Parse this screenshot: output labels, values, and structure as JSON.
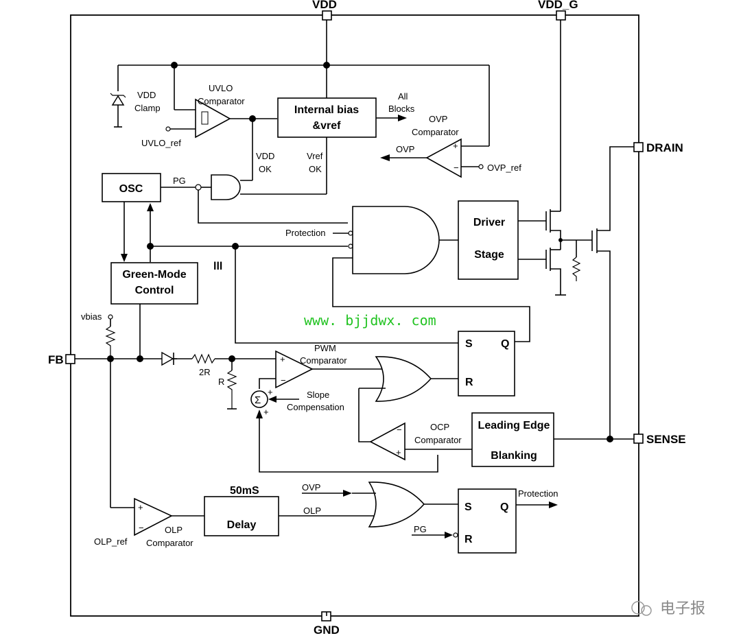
{
  "pins": {
    "vdd": "VDD",
    "vdd_g": "VDD_G",
    "drain": "DRAIN",
    "fb": "FB",
    "sense": "SENSE",
    "gnd": "GND"
  },
  "blocks": {
    "internal_bias": [
      "Internal bias",
      "&vref"
    ],
    "osc": "OSC",
    "green_mode": [
      "Green-Mode",
      "Control"
    ],
    "driver_stage": [
      "Driver",
      "Stage"
    ],
    "leb": [
      "Leading Edge",
      "Blanking"
    ],
    "delay_top": "50mS",
    "delay": "Delay"
  },
  "flipflops": {
    "s": "S",
    "r": "R",
    "q": "Q"
  },
  "labels": {
    "vdd_clamp": [
      "VDD",
      "Clamp"
    ],
    "uvlo_comp": [
      "UVLO",
      "Comparator"
    ],
    "uvlo_ref": "UVLO_ref",
    "all_blocks": [
      "All",
      "Blocks"
    ],
    "ovp_comp": [
      "OVP",
      "Comparator"
    ],
    "ovp_out": "OVP",
    "ovp_ref": "OVP_ref",
    "vdd_ok": [
      "VDD",
      "OK"
    ],
    "vref_ok": [
      "Vref",
      "OK"
    ],
    "pg": "PG",
    "protection_in": "Protection",
    "lll": "lll",
    "vbias": "vbias",
    "res_2r": "2R",
    "res_r": "R",
    "pwm_comp": [
      "PWM",
      "Comparator"
    ],
    "slope_comp": [
      "Slope",
      "Compensation"
    ],
    "ocp_comp": [
      "OCP",
      "Comparator"
    ],
    "olp_ref": "OLP_ref",
    "olp_comp": [
      "OLP",
      "Comparator"
    ],
    "ovp_in": "OVP",
    "olp_in": "OLP",
    "pg_in": "PG",
    "protection_out": "Protection",
    "sigma": "Σ"
  },
  "watermark": {
    "url": "www. bjjdwx. com",
    "brand": "电子报"
  }
}
